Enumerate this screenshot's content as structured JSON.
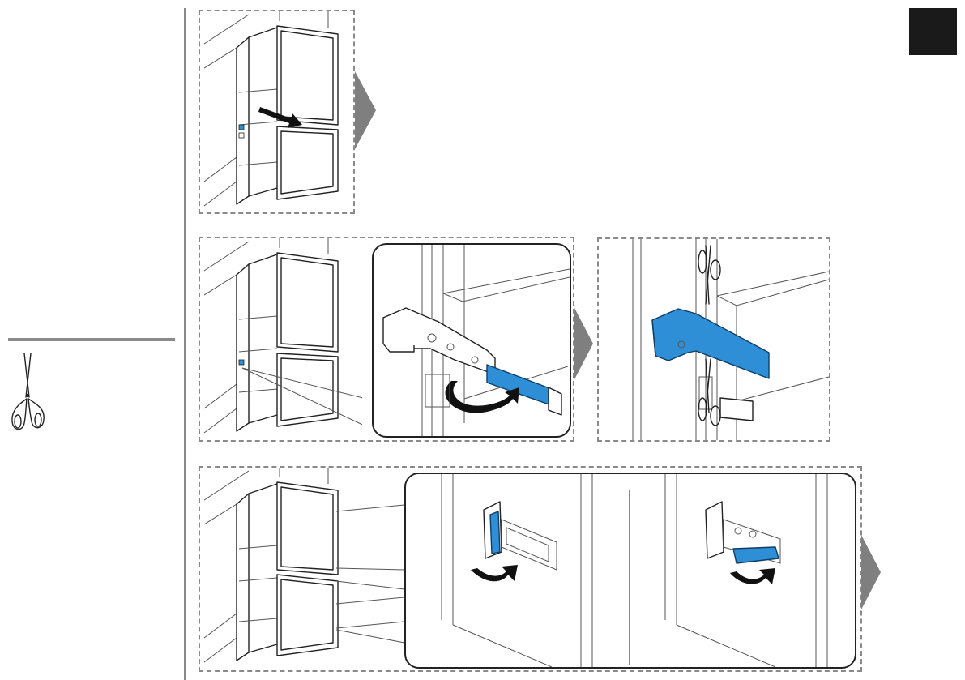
{
  "diagram": {
    "section_marker": "",
    "tool": {
      "icon": "scissors-icon",
      "label": ""
    },
    "steps": [
      {
        "id": "step-1",
        "description": ""
      },
      {
        "id": "step-2",
        "description": ""
      },
      {
        "id": "step-3",
        "description": ""
      },
      {
        "id": "step-4",
        "description": ""
      }
    ],
    "colors": {
      "highlight": "#2f8fd6",
      "marker": "#1a1a1a",
      "divider": "#8a8a8a",
      "next_arrow": "#7f7f7f"
    },
    "icons": [
      "scissors-icon",
      "fridge-icon",
      "next-step-arrow-icon",
      "rotate-arrow-icon",
      "pull-arrow-icon",
      "hinge-icon",
      "door-bracket-icon"
    ]
  }
}
